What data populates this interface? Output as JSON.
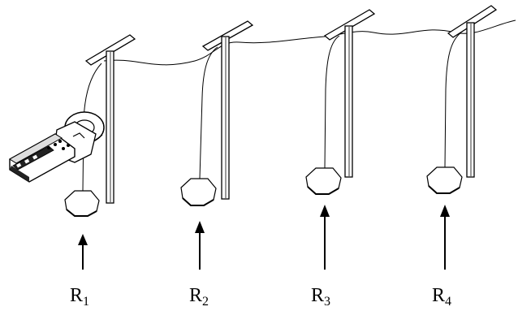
{
  "labels": [
    {
      "main": "R",
      "sub": "1"
    },
    {
      "main": "R",
      "sub": "2"
    },
    {
      "main": "R",
      "sub": "3"
    },
    {
      "main": "R",
      "sub": "4"
    }
  ],
  "colors": {
    "stroke": "#000000",
    "fill": "#ffffff",
    "shade": "#cccccc"
  },
  "icons": [
    "earth-clamp-meter-icon",
    "pole-icon",
    "ground-electrode-icon",
    "arrow-up-icon"
  ]
}
